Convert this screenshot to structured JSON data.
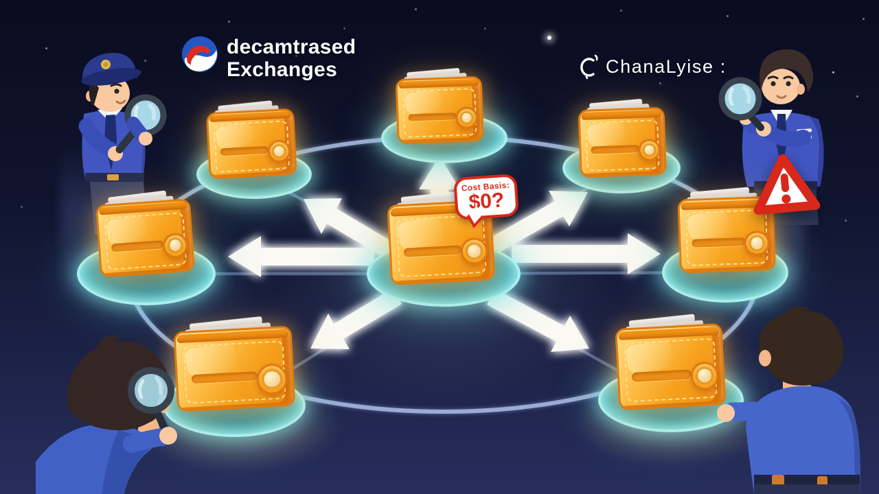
{
  "logos": {
    "dex": {
      "line1": "decamtrased",
      "line2": "Exchanges"
    },
    "chainalysis": {
      "text": "ChanaLyise :"
    }
  },
  "center_badge": {
    "label": "Cost Basis:",
    "value": "$0?"
  },
  "colors": {
    "background-top": "#0a0c1f",
    "background-bottom": "#272e5c",
    "wallet-orange": "#f6a21e",
    "wallet-edge": "#de7d0e",
    "platform-cyan": "#8feef5",
    "arrow-white": "#faf9f2",
    "alert-red": "#d7281a",
    "logo-blue": "#2456c4",
    "logo-red": "#e02a1e",
    "figure-jacket-blue": "#4156c1",
    "ring-line": "#a9bae2"
  },
  "illustration": {
    "wallet_count": 8,
    "center_wallet_has_badge": true,
    "arrow_directions": [
      "up",
      "upper-left",
      "left",
      "lower-left",
      "lower-right",
      "right",
      "upper-right"
    ],
    "figures": [
      "police-officer-top-left",
      "suit-investigator-top-right",
      "rear-observer-bottom-left",
      "rear-observer-bottom-right"
    ],
    "warning_triangle": "exclamation"
  }
}
